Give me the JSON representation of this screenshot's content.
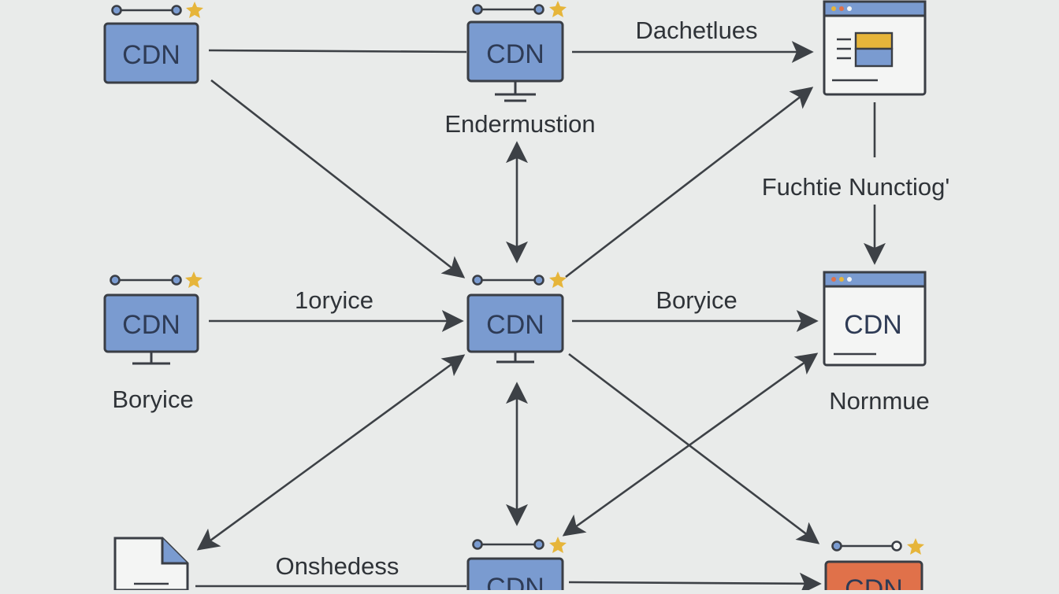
{
  "nodes": {
    "top_left": {
      "text": "CDN"
    },
    "top_center": {
      "text": "CDN"
    },
    "mid_left": {
      "text": "CDN"
    },
    "center": {
      "text": "CDN"
    },
    "mid_right": {
      "text": "CDN"
    },
    "bottom_center": {
      "text": "CDN"
    },
    "bottom_right": {
      "text": "CDN"
    }
  },
  "labels": {
    "dachetlues": "Dachetlues",
    "endermustion": "Endermustion",
    "fuchtie": "Fuchtie Nunctiog'",
    "oryice": "1oryice",
    "boryice_right": "Boryice",
    "boryice_left": "Boryice",
    "nornmue": "Nornmue",
    "onshedess": "Onshedess"
  },
  "colors": {
    "background": "#e9ebea",
    "node_blue": "#7a9bd0",
    "node_orange": "#e0714a",
    "outline": "#3a3e45",
    "star": "#e6b53a",
    "arrow": "#3d4146"
  }
}
